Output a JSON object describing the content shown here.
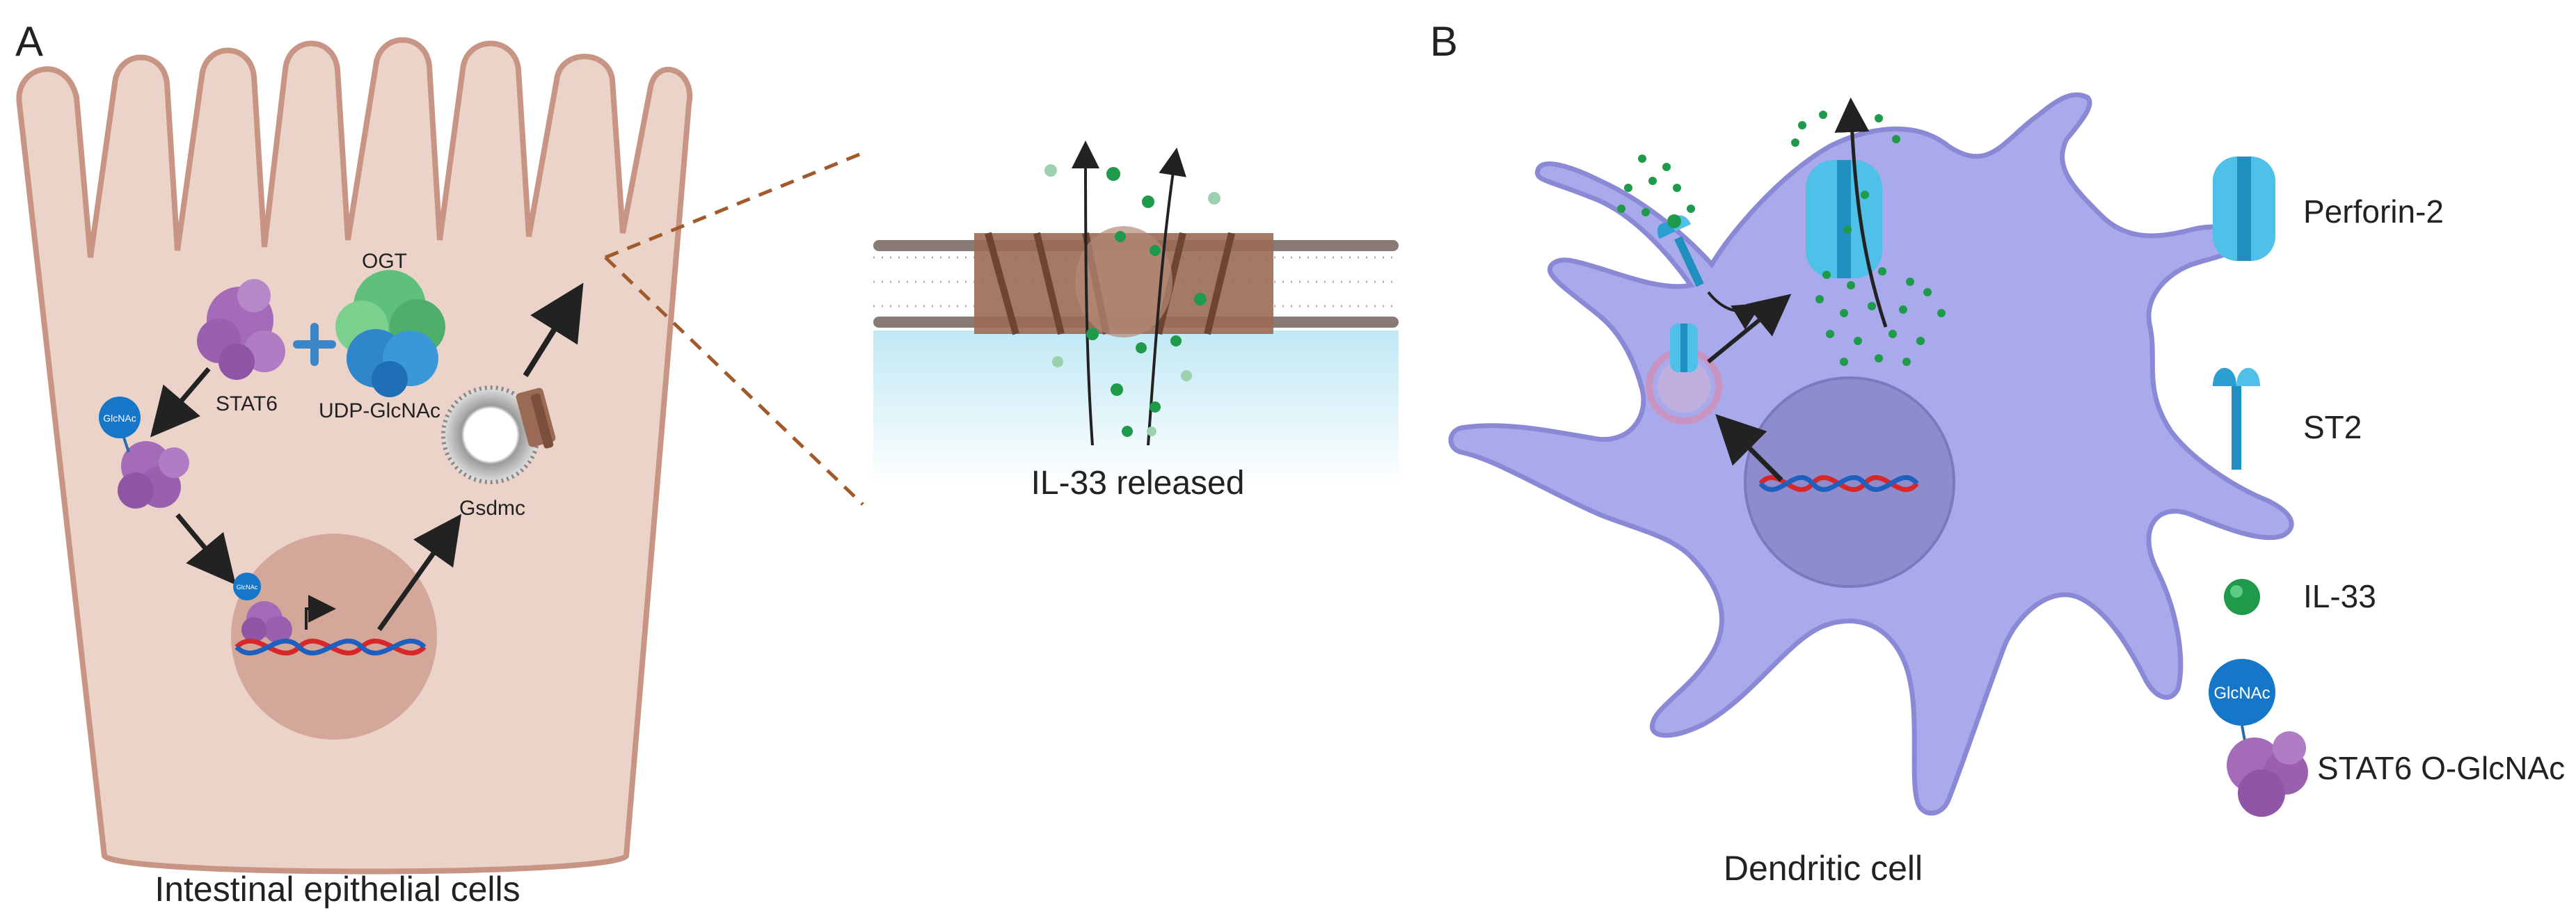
{
  "panels": {
    "a": {
      "letter": "A",
      "cell_label": "Intestinal epithelial cells",
      "ogt": "OGT",
      "stat6": "STAT6",
      "udp": "UDP-GlcNAc",
      "glcnac_badge": "GlcNAc",
      "glcnac_badge_small": "GlcNAc",
      "gsdmc": "Gsdmc",
      "zoom_label": "IL-33 released"
    },
    "b": {
      "letter": "B",
      "cell_label": "Dendritic cell"
    }
  },
  "legend": [
    {
      "label": "Perforin-2",
      "icon": "perforin-2-icon"
    },
    {
      "label": "ST2",
      "icon": "st2-receptor-icon"
    },
    {
      "label": "IL-33",
      "icon": "il-33-icon"
    },
    {
      "label": "STAT6 O-GlcNAc",
      "icon": "stat6-o-glcnac-icon",
      "badge": "GlcNAc"
    }
  ],
  "colors": {
    "epithelial_fill": "#ecd3c9",
    "epithelial_stroke": "#c89484",
    "nucleus_a": "#d3a79a",
    "dendritic_fill": "#a9aaeb",
    "dendritic_stroke": "#8a89d6",
    "nucleus_b": "#8f8cce",
    "stat6_purple": "#a36bb8",
    "glcnac_blue": "#1677c9",
    "perforin_blue": "#4fc0e8",
    "il33_green": "#1f9a4a",
    "gasdermin_brown": "#9a6a55",
    "dna_red": "#d62828",
    "dna_blue": "#1f5fbf"
  }
}
